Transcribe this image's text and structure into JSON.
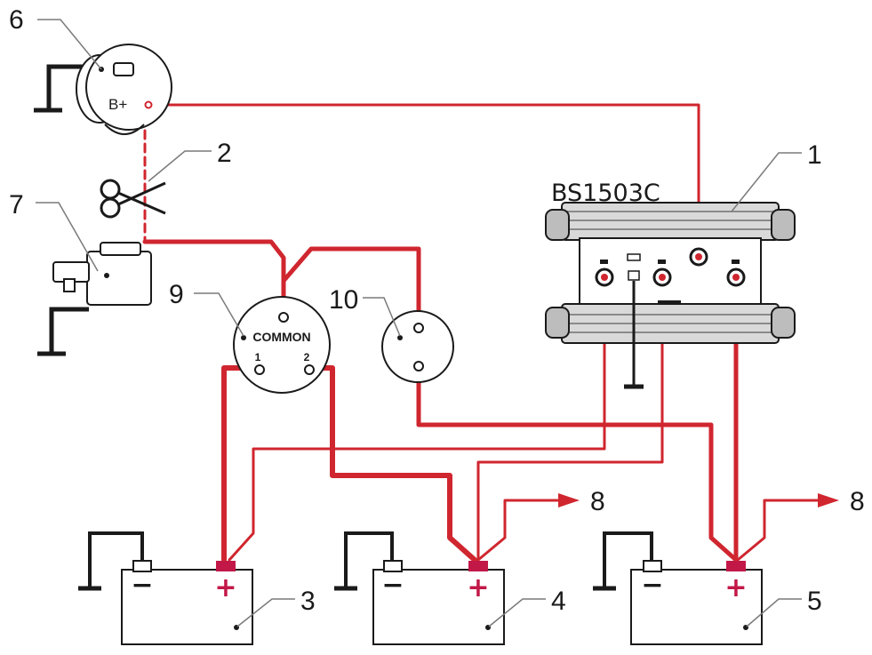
{
  "labels": {
    "isolator": "1",
    "cut_link": "2",
    "battery_a": "3",
    "battery_b": "4",
    "battery_c": "5",
    "alternator": "6",
    "starter": "7",
    "output_1": "8",
    "output_2": "8",
    "switch": "9",
    "switch_b": "10"
  },
  "model": "BS1503C",
  "alternator_terminal": "B+",
  "switch_text": {
    "common": "COMMON",
    "pos1": "1",
    "pos2": "2"
  },
  "battery_signs": {
    "negative": "−",
    "positive": "+"
  },
  "colors": {
    "wire": "#d0262f",
    "ground": "#1a1a1a",
    "positive": "#c21848",
    "isolator_body": "#d9d9d9"
  },
  "icons": {
    "cut": "scissors-icon",
    "ground": "ground-symbol"
  }
}
